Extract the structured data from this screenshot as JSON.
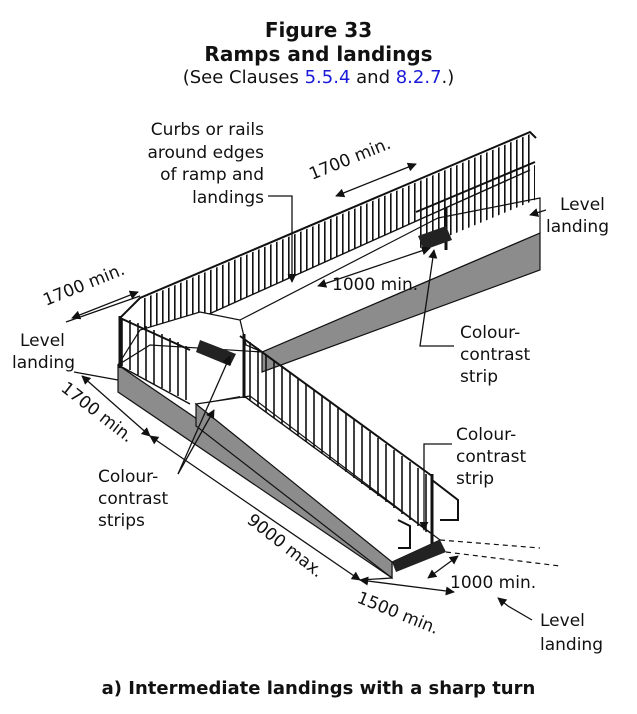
{
  "header": {
    "figure_number": "Figure 33",
    "title": "Ramps and landings",
    "ref_prefix": "(See Clauses ",
    "clause_1": "5.5.4",
    "ref_and": " and ",
    "clause_2": "8.2.7",
    "ref_suffix": ".)"
  },
  "labels": {
    "curbs_1": "Curbs or rails",
    "curbs_2": "around edges",
    "curbs_3": "of ramp and",
    "curbs_4": "landings",
    "dim_1700_top": "1700 min.",
    "dim_1700_left": "1700 min.",
    "dim_1700_lower": "1700 min.",
    "dim_1000_mid": "1000 min.",
    "dim_1000_bottom": "1000 min.",
    "dim_9000": "9000 max.",
    "dim_1500": "1500 min.",
    "level_landing_left_1": "Level",
    "level_landing_left_2": "landing",
    "level_landing_right_1": "Level",
    "level_landing_right_2": "landing",
    "level_landing_bottom_1": "Level",
    "level_landing_bottom_2": "landing",
    "cc_strip_1_a": "Colour-",
    "cc_strip_1_b": "contrast",
    "cc_strip_1_c": "strip",
    "cc_strip_2_a": "Colour-",
    "cc_strip_2_b": "contrast",
    "cc_strip_2_c": "strip",
    "cc_strips_a": "Colour-",
    "cc_strips_b": "contrast",
    "cc_strips_c": "strips"
  },
  "caption": "a) Intermediate landings with a sharp turn",
  "colors": {
    "link": "#1a1ad8",
    "side_face": "#8c8c8c",
    "strip": "#222222"
  }
}
